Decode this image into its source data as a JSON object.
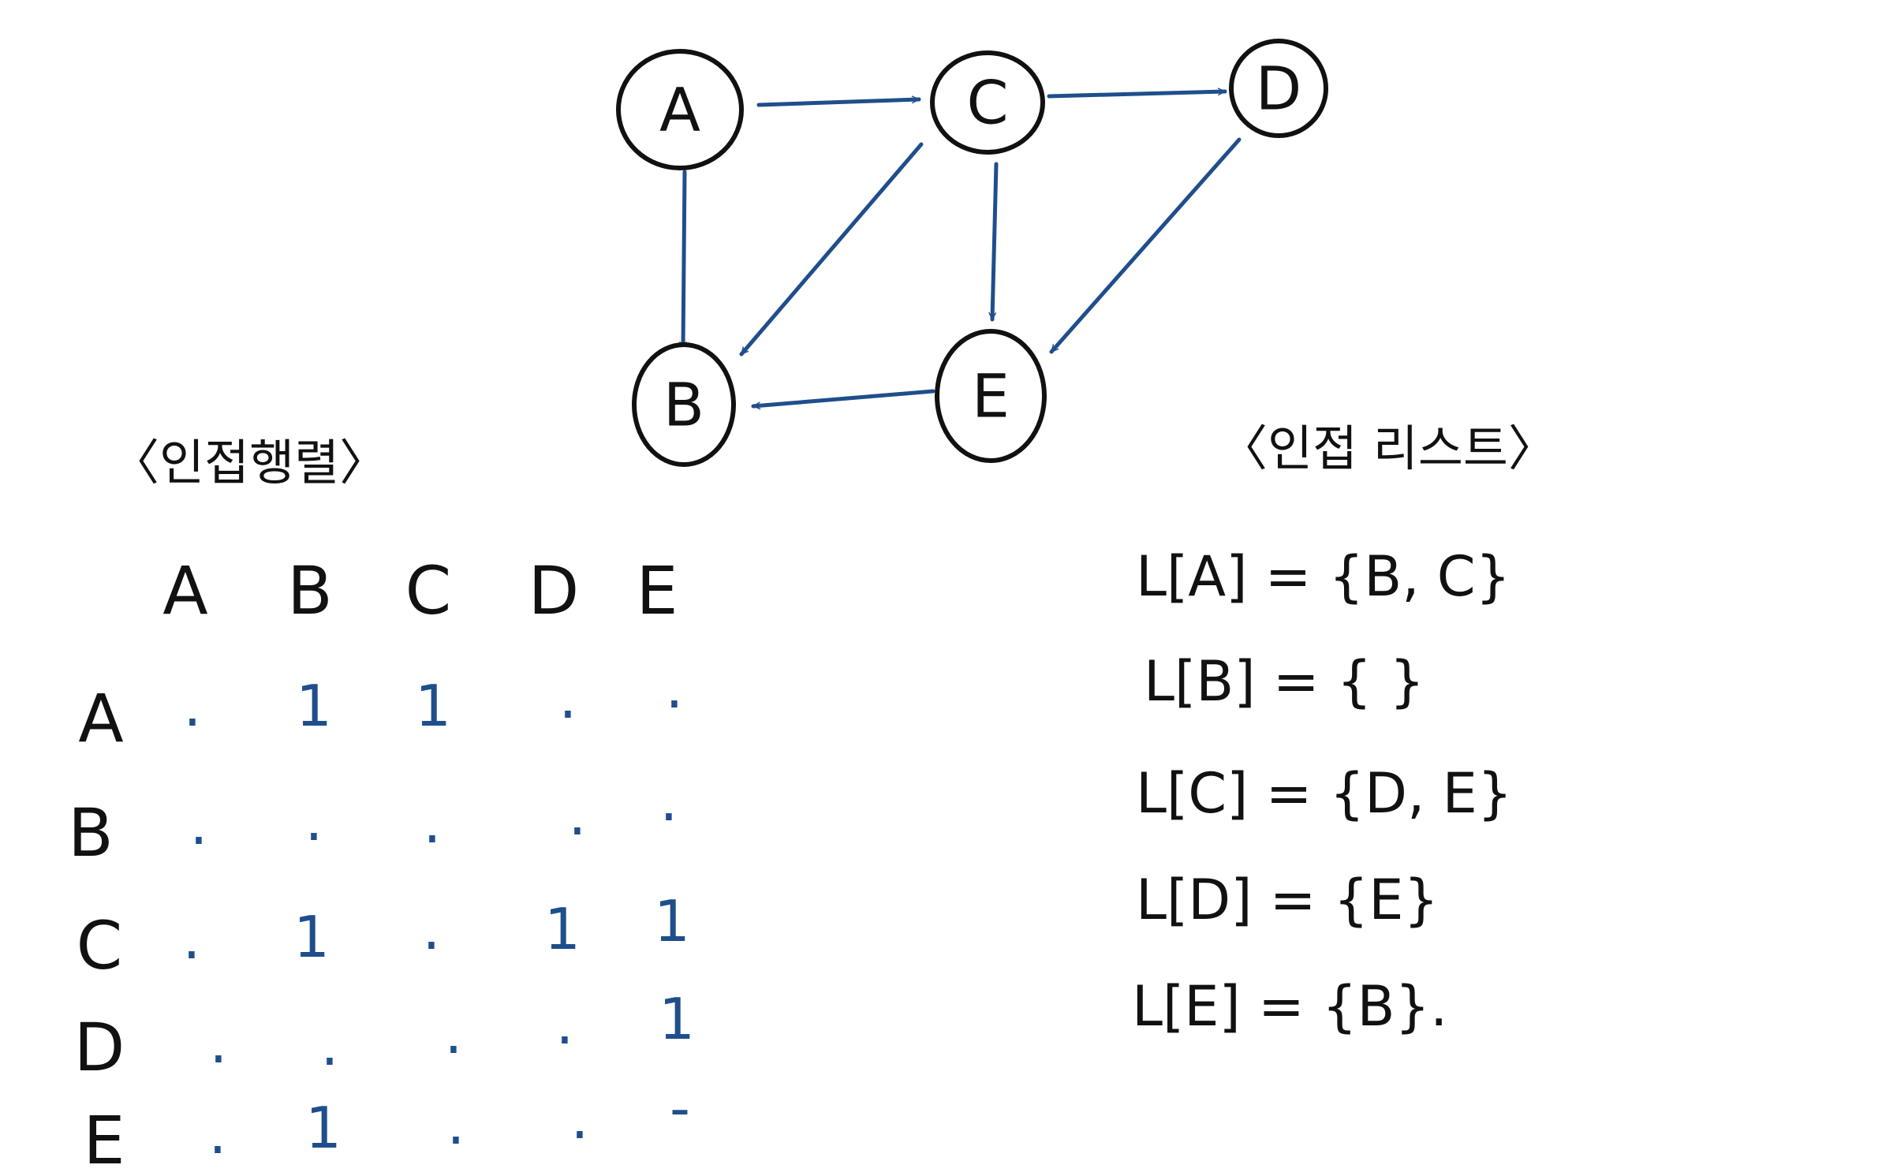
{
  "colors": {
    "ink": "#111111",
    "edge": "#1f4e8c",
    "background": "#ffffff"
  },
  "graph": {
    "nodes": [
      "A",
      "C",
      "D",
      "B",
      "E"
    ],
    "edges": [
      {
        "from": "A",
        "to": "C"
      },
      {
        "from": "C",
        "to": "D"
      },
      {
        "from": "A",
        "to": "B"
      },
      {
        "from": "C",
        "to": "B"
      },
      {
        "from": "C",
        "to": "E"
      },
      {
        "from": "D",
        "to": "E"
      },
      {
        "from": "E",
        "to": "B"
      }
    ]
  },
  "matrix": {
    "title": "〈인접행렬〉",
    "col_headers": [
      "A",
      "B",
      "C",
      "D",
      "E"
    ],
    "rows": [
      {
        "label": "A",
        "cells": [
          ".",
          "1",
          "1",
          ".",
          "."
        ]
      },
      {
        "label": "B",
        "cells": [
          ".",
          ".",
          ".",
          ".",
          "."
        ]
      },
      {
        "label": "C",
        "cells": [
          ".",
          "1",
          ".",
          "1",
          "1"
        ]
      },
      {
        "label": "D",
        "cells": [
          ".",
          ".",
          ".",
          ".",
          "1"
        ]
      },
      {
        "label": "E",
        "cells": [
          ".",
          "1",
          ".",
          ".",
          "-"
        ]
      }
    ]
  },
  "list": {
    "title": "〈인접 리스트〉",
    "lines": [
      "L[A] = {B, C}",
      "L[B] = { }",
      "L[C] = {D, E}",
      "L[D] = {E}",
      "L[E] = {B}."
    ]
  }
}
